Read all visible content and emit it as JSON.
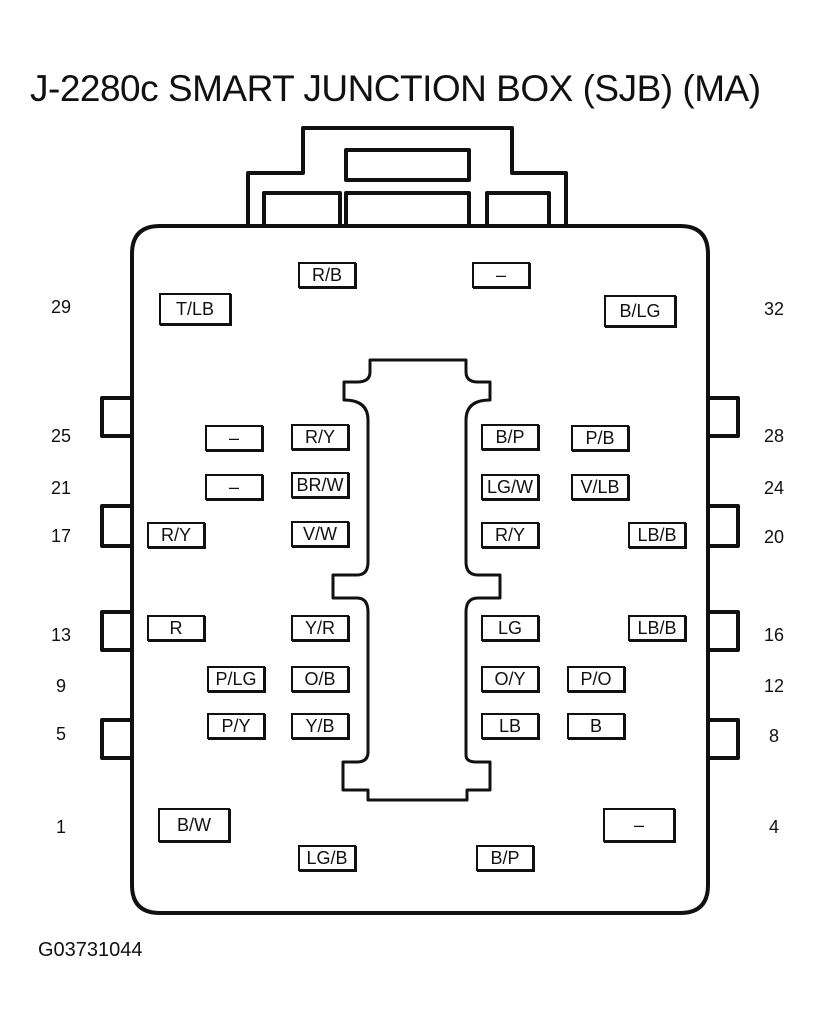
{
  "title": "J-2280c SMART JUNCTION BOX (SJB) (MA)",
  "figure_code": "G03731044",
  "pins": {
    "p1": "1",
    "p4": "4",
    "p5": "5",
    "p8": "8",
    "p9": "9",
    "p12": "12",
    "p13": "13",
    "p16": "16",
    "p17": "17",
    "p20": "20",
    "p21": "21",
    "p24": "24",
    "p25": "25",
    "p28": "28",
    "p29": "29",
    "p32": "32"
  },
  "wires": {
    "top_left": "R/B",
    "top_right": "–",
    "pin29": "T/LB",
    "pin32": "B/LG",
    "r25_a": "–",
    "r25_b": "R/Y",
    "r25_c": "B/P",
    "r25_d": "P/B",
    "r21_a": "–",
    "r21_b": "BR/W",
    "r21_c": "LG/W",
    "r21_d": "V/LB",
    "r17_a": "R/Y",
    "r17_b": "V/W",
    "r17_c": "R/Y",
    "r17_d": "LB/B",
    "r13_a": "R",
    "r13_b": "Y/R",
    "r13_c": "LG",
    "r13_d": "LB/B",
    "r9_a": "P/LG",
    "r9_b": "O/B",
    "r9_c": "O/Y",
    "r9_d": "P/O",
    "r5_a": "P/Y",
    "r5_b": "Y/B",
    "r5_c": "LB",
    "r5_d": "B",
    "pin1": "B/W",
    "pin4": "–",
    "bottom_left": "LG/B",
    "bottom_right": "B/P"
  }
}
